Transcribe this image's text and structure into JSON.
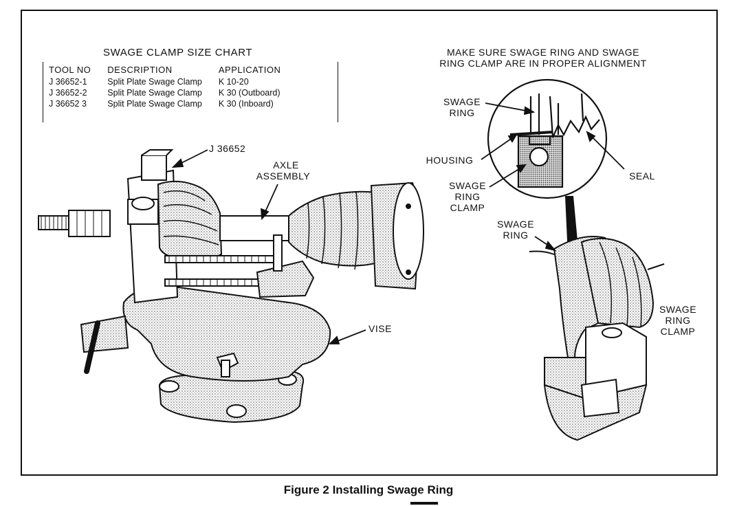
{
  "figure": {
    "caption": "Figure 2 Installing Swage Ring"
  },
  "size_chart": {
    "title": "SWAGE CLAMP SIZE CHART",
    "headers": [
      "TOOL NO",
      "DESCRIPTION",
      "APPLICATION"
    ],
    "rows": [
      [
        "J 36652-1",
        "Split Plate Swage Clamp",
        "K 10-20"
      ],
      [
        "J 36652-2",
        "Split Plate Swage Clamp",
        "K 30 (Outboard)"
      ],
      [
        "J 36652 3",
        "Split Plate Swage Clamp",
        "K 30 (Inboard)"
      ]
    ]
  },
  "left_diagram": {
    "tool_label": "J 36652",
    "axle_label_1": "AXLE",
    "axle_label_2": "ASSEMBLY",
    "vise_label": "VISE"
  },
  "right_diagram": {
    "note_line_1": "MAKE SURE SWAGE RING AND SWAGE",
    "note_line_2": "RING CLAMP ARE IN PROPER ALIGNMENT",
    "inset": {
      "swage_ring_1": "SWAGE",
      "swage_ring_2": "RING",
      "housing": "HOUSING",
      "seal": "SEAL",
      "clamp_1": "SWAGE",
      "clamp_2": "RING",
      "clamp_3": "CLAMP"
    },
    "lower": {
      "swage_ring_1": "SWAGE",
      "swage_ring_2": "RING",
      "clamp_1": "SWAGE",
      "clamp_2": "RING",
      "clamp_3": "CLAMP"
    }
  }
}
